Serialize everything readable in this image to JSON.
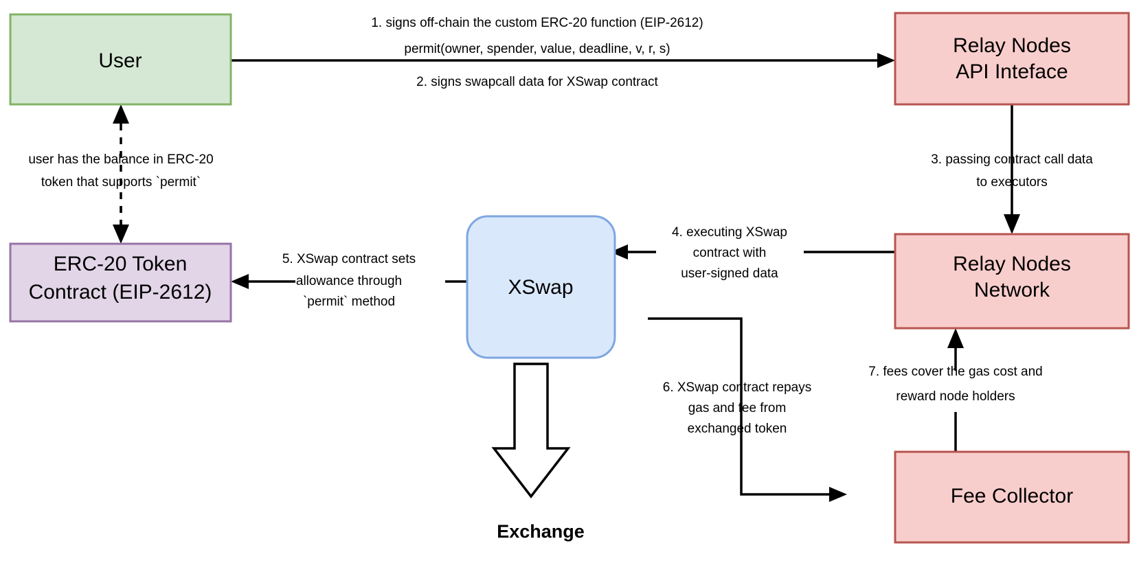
{
  "diagram": {
    "title": "XSwap gasless swap relay flow",
    "background": "#ffffff",
    "nodes": [
      {
        "id": "user",
        "label": "User",
        "fill": "#d5e8d4",
        "stroke": "#82b366",
        "shape": "rect"
      },
      {
        "id": "relay-api",
        "label_line1": "Relay Nodes",
        "label_line2": "API Inteface",
        "fill": "#f8cecc",
        "stroke": "#b85450",
        "shape": "rect"
      },
      {
        "id": "erc20-token",
        "label_line1": "ERC-20 Token",
        "label_line2": "Contract (EIP-2612)",
        "fill": "#e1d5e7",
        "stroke": "#9673a6",
        "shape": "rect"
      },
      {
        "id": "xswap",
        "label": "XSwap",
        "fill": "#dae8fc",
        "stroke": "#7ea6e0",
        "shape": "rounded-rect"
      },
      {
        "id": "relay-network",
        "label_line1": "Relay Nodes",
        "label_line2": "Network",
        "fill": "#f8cecc",
        "stroke": "#b85450",
        "shape": "rect"
      },
      {
        "id": "fee-collector",
        "label": "Fee Collector",
        "fill": "#f8cecc",
        "stroke": "#b85450",
        "shape": "rect"
      },
      {
        "id": "exchange",
        "label": "Exchange",
        "shape": "text-bold"
      }
    ],
    "edges": [
      {
        "id": "user-to-relay-api",
        "from": "user",
        "to": "relay-api",
        "style": "solid",
        "labels_above": [
          "1. signs off-chain the custom ERC-20 function (EIP-2612)",
          "permit(owner, spender, value, deadline, v, r, s)"
        ],
        "labels_below": [
          "2. signs swapcall data for XSwap contract"
        ]
      },
      {
        "id": "relay-api-to-relay-network",
        "from": "relay-api",
        "to": "relay-network",
        "style": "solid",
        "labels": [
          "3. passing contract call data",
          "to executors"
        ]
      },
      {
        "id": "relay-network-to-xswap",
        "from": "relay-network",
        "to": "xswap",
        "style": "solid",
        "labels": [
          "4. executing XSwap",
          "contract with",
          "user-signed data"
        ]
      },
      {
        "id": "xswap-to-erc20",
        "from": "xswap",
        "to": "erc20-token",
        "style": "solid",
        "labels": [
          "5. XSwap contract sets",
          "allowance through",
          "`permit` method"
        ]
      },
      {
        "id": "xswap-to-fee-collector",
        "from": "xswap",
        "to": "fee-collector",
        "style": "solid",
        "labels": [
          "6. XSwap contract repays",
          "gas and fee from",
          "exchanged token"
        ]
      },
      {
        "id": "fee-collector-to-relay-network",
        "from": "fee-collector",
        "to": "relay-network",
        "style": "solid",
        "labels": [
          "7. fees cover the gas cost and",
          "reward node holders"
        ]
      },
      {
        "id": "erc20-to-user",
        "from": "erc20-token",
        "to": "user",
        "style": "dashed",
        "labels": [
          "user has the balance in ERC-20",
          "token that supports `permit`"
        ]
      },
      {
        "id": "xswap-to-exchange",
        "from": "xswap",
        "to": "exchange",
        "style": "block-arrow",
        "labels": []
      }
    ]
  }
}
